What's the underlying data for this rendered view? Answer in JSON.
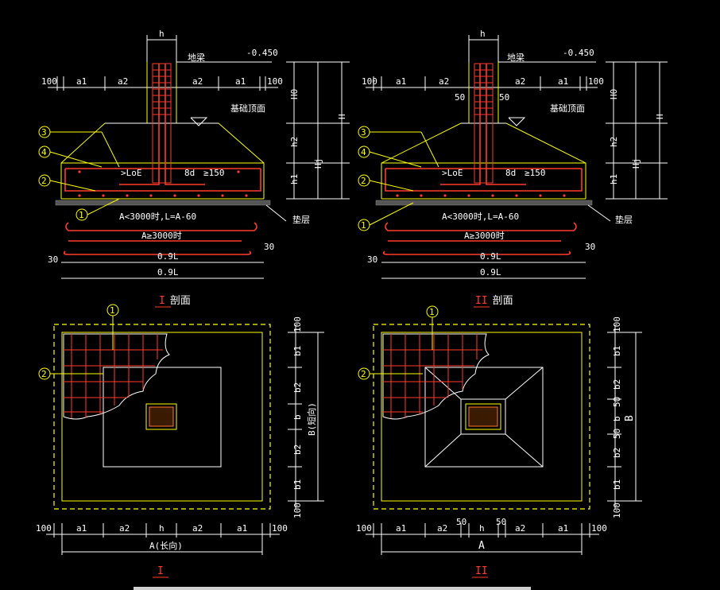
{
  "dim": {
    "h": "h",
    "a1": "a1",
    "a2": "a2",
    "d100": "100",
    "d30": "30",
    "d50": "50",
    "H": "H",
    "H0": "H0",
    "h1": "h1",
    "h2": "h2",
    "Hj": "Hj",
    "b": "b",
    "b1": "b1",
    "b2": "b2",
    "B_short": "B(短向)",
    "A_long": "A(长向)",
    "A": "A",
    "B": "B"
  },
  "labels": {
    "elev": "-0.450",
    "beam": "地梁",
    "top": "基础顶面",
    "cushion": "垫层",
    "LoE": ">LoE",
    "d8": "8d",
    "v150": "≥150",
    "rule1": "A<3000时,L=A-60",
    "rule2": "A≥3000时",
    "l09": "0.9L"
  },
  "callouts": [
    "1",
    "2",
    "3",
    "4"
  ],
  "sections": {
    "s1": "I",
    "s2": "II",
    "suffix": "剖面"
  },
  "colors": {
    "background": "#000000",
    "dimension": "#ffff00",
    "rebar": "#ff3a2a",
    "outline": "#ffffff"
  }
}
